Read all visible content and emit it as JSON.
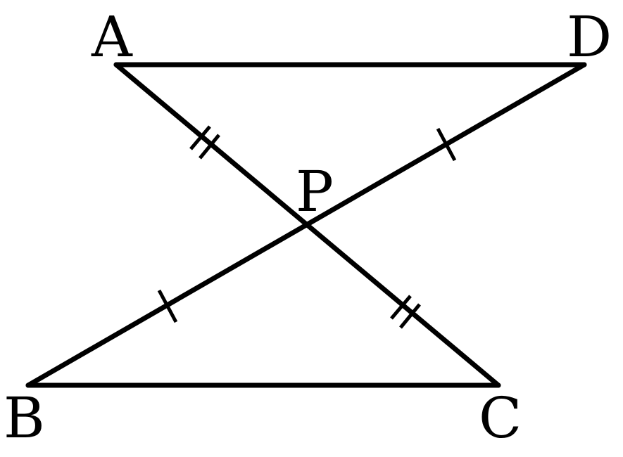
{
  "diagram": {
    "points": {
      "A": "A",
      "B": "B",
      "C": "C",
      "D": "D",
      "P": "P"
    },
    "segments": [
      "AD",
      "BC",
      "AC",
      "BD"
    ],
    "equal_marks": {
      "AP_PC": "double-tick",
      "BP_PD": "single-tick"
    },
    "colors": {
      "stroke": "#000000",
      "background": "#ffffff"
    }
  }
}
